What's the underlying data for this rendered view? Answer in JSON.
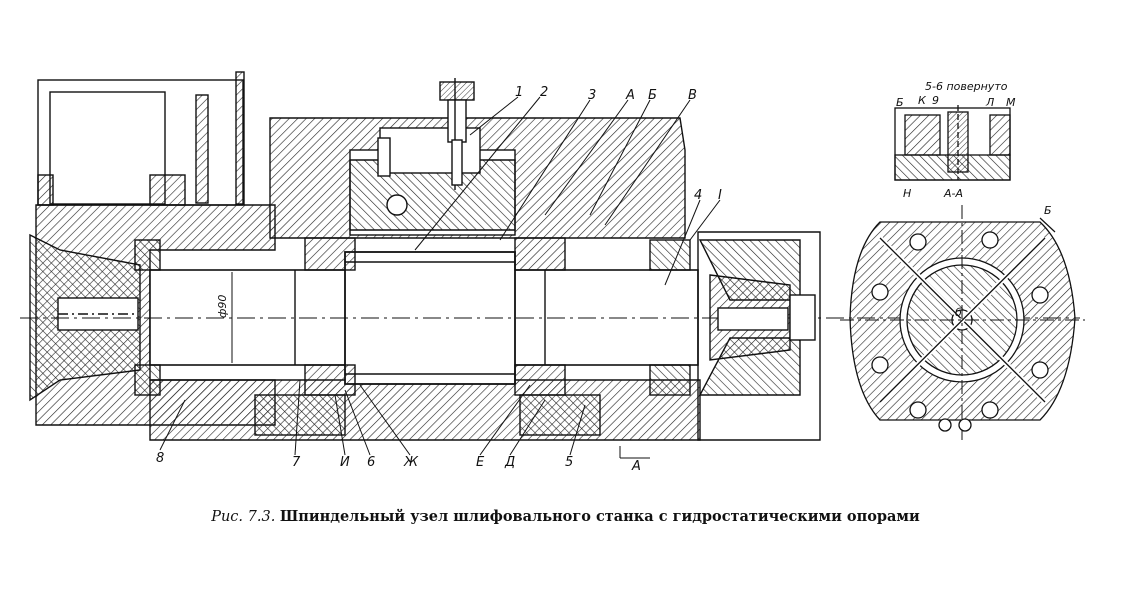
{
  "labels": {
    "top": [
      "1",
      "2",
      "3",
      "А",
      "Б",
      "В",
      "4",
      "I"
    ],
    "bottom": [
      "8",
      "7",
      "И",
      "6",
      "Ж",
      "Е",
      "Д",
      "5"
    ],
    "section_a": "А",
    "shaft_diameter": "ф90",
    "detail": {
      "title": "5-6 повернуто",
      "letters": [
        "Б",
        "К",
        "9",
        "Л",
        "М"
      ],
      "bottom_left": "Н",
      "section": "А-А"
    },
    "end_view": {
      "b_label": "Б",
      "center_label": "б"
    }
  },
  "caption": {
    "figure": "Рис. 7.3.",
    "text": "Шпиндельный узел шлифовального станка с гидростатическими опорами"
  }
}
